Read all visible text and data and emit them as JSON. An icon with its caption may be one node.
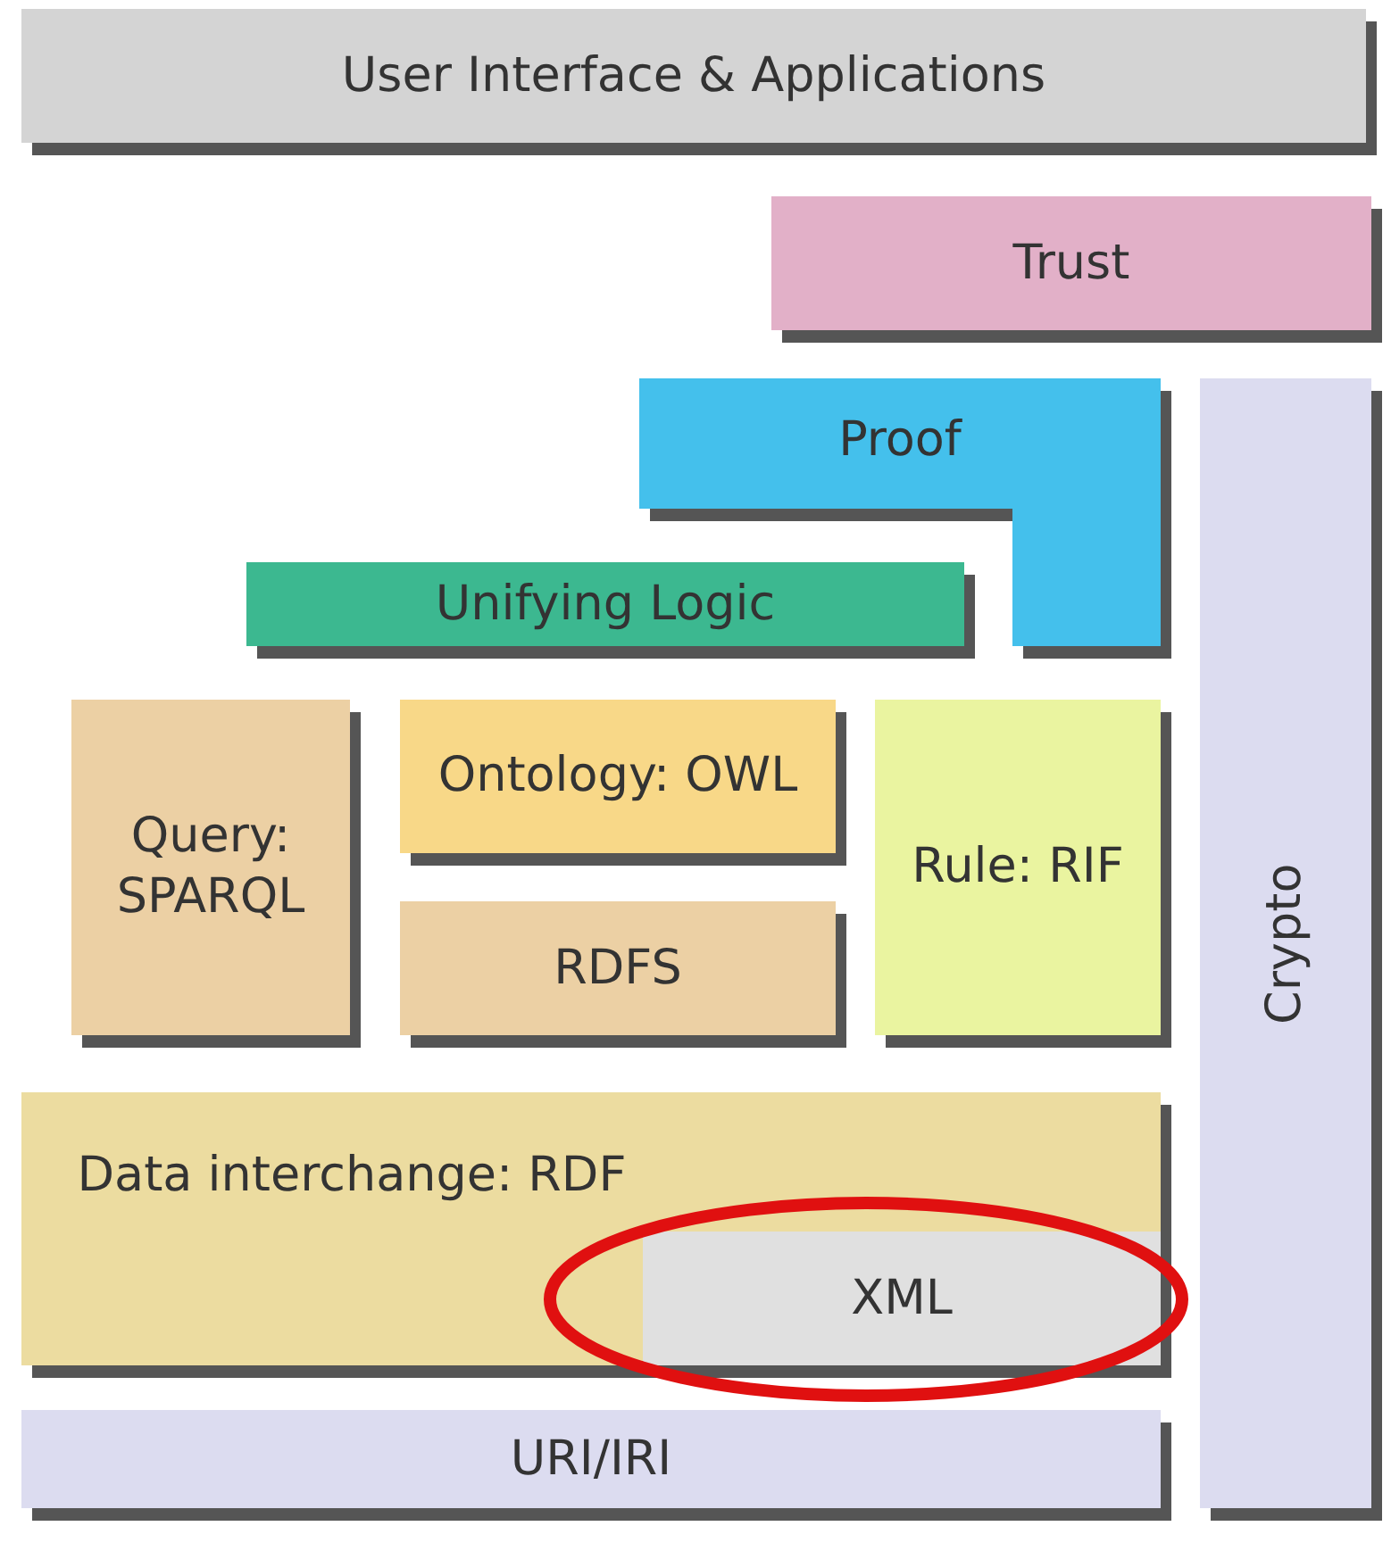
{
  "diagram": {
    "nodes": [
      {
        "text": [
          "User Interface & Applications"
        ]
      },
      {
        "text": [
          "Trust"
        ]
      },
      {
        "text": [
          "Proof"
        ]
      },
      {
        "text": [
          "Crypto"
        ]
      },
      {
        "text": [
          "Unifying Logic"
        ]
      },
      {
        "text": [
          "Query: SPARQL"
        ]
      },
      {
        "text": [
          "Ontology: OWL"
        ]
      },
      {
        "text": [
          "RDFS"
        ]
      },
      {
        "text": [
          "Rule: RIF"
        ]
      },
      {
        "text": [
          "Data interchange: RDF"
        ]
      },
      {
        "text": [
          "XML"
        ],
        "in": 9
      },
      {
        "text": [
          "URI/IRI"
        ]
      }
    ]
  }
}
